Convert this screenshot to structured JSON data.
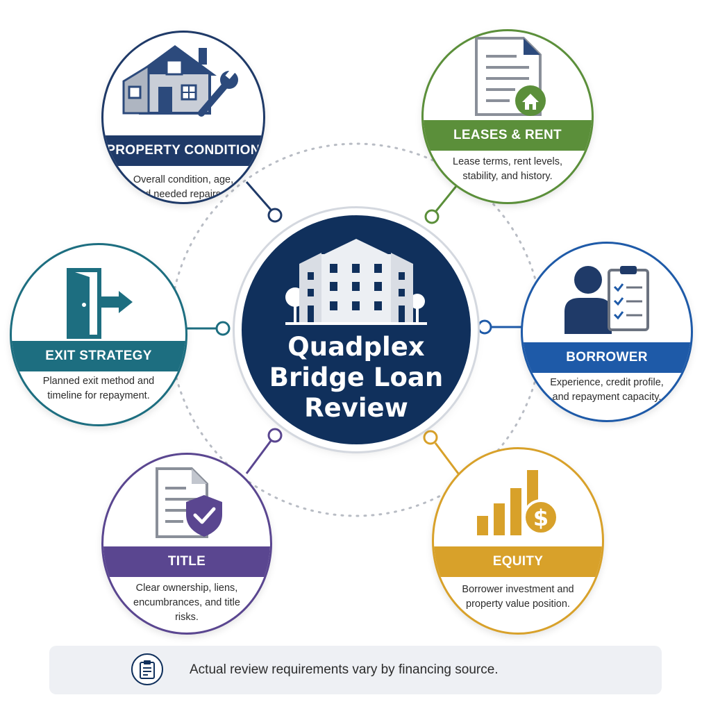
{
  "center": {
    "title_lines": [
      "Quadplex",
      "Bridge Loan",
      "Review"
    ],
    "icon": "quadplex-building-icon",
    "color": "#10305c"
  },
  "nodes": [
    {
      "id": "property-condition",
      "title": "PROPERTY CONDITION",
      "description": "Overall condition, age, and needed repairs or updates.",
      "color": "#1f3a68",
      "icon": "house-wrench-icon"
    },
    {
      "id": "leases-rent",
      "title": "LEASES & RENT",
      "description": "Lease terms, rent levels, stability, and history.",
      "color": "#5b8f3a",
      "icon": "lease-document-icon"
    },
    {
      "id": "borrower",
      "title": "BORROWER",
      "description": "Experience, credit profile, and repayment capacity.",
      "color": "#1e5aa8",
      "icon": "person-checklist-icon"
    },
    {
      "id": "equity",
      "title": "EQUITY",
      "description": "Borrower investment and property value position.",
      "color": "#d8a12a",
      "icon": "bar-chart-dollar-icon"
    },
    {
      "id": "title",
      "title": "TITLE",
      "description": "Clear ownership, liens, encumbrances, and title risks.",
      "color": "#5a4690",
      "icon": "document-shield-icon"
    },
    {
      "id": "exit-strategy",
      "title": "EXIT STRATEGY",
      "description": "Planned exit method and timeline for repayment.",
      "color": "#1d6e80",
      "icon": "exit-door-arrow-icon"
    }
  ],
  "footer": {
    "text": "Actual review requirements vary by financing source.",
    "icon": "clipboard-icon"
  }
}
